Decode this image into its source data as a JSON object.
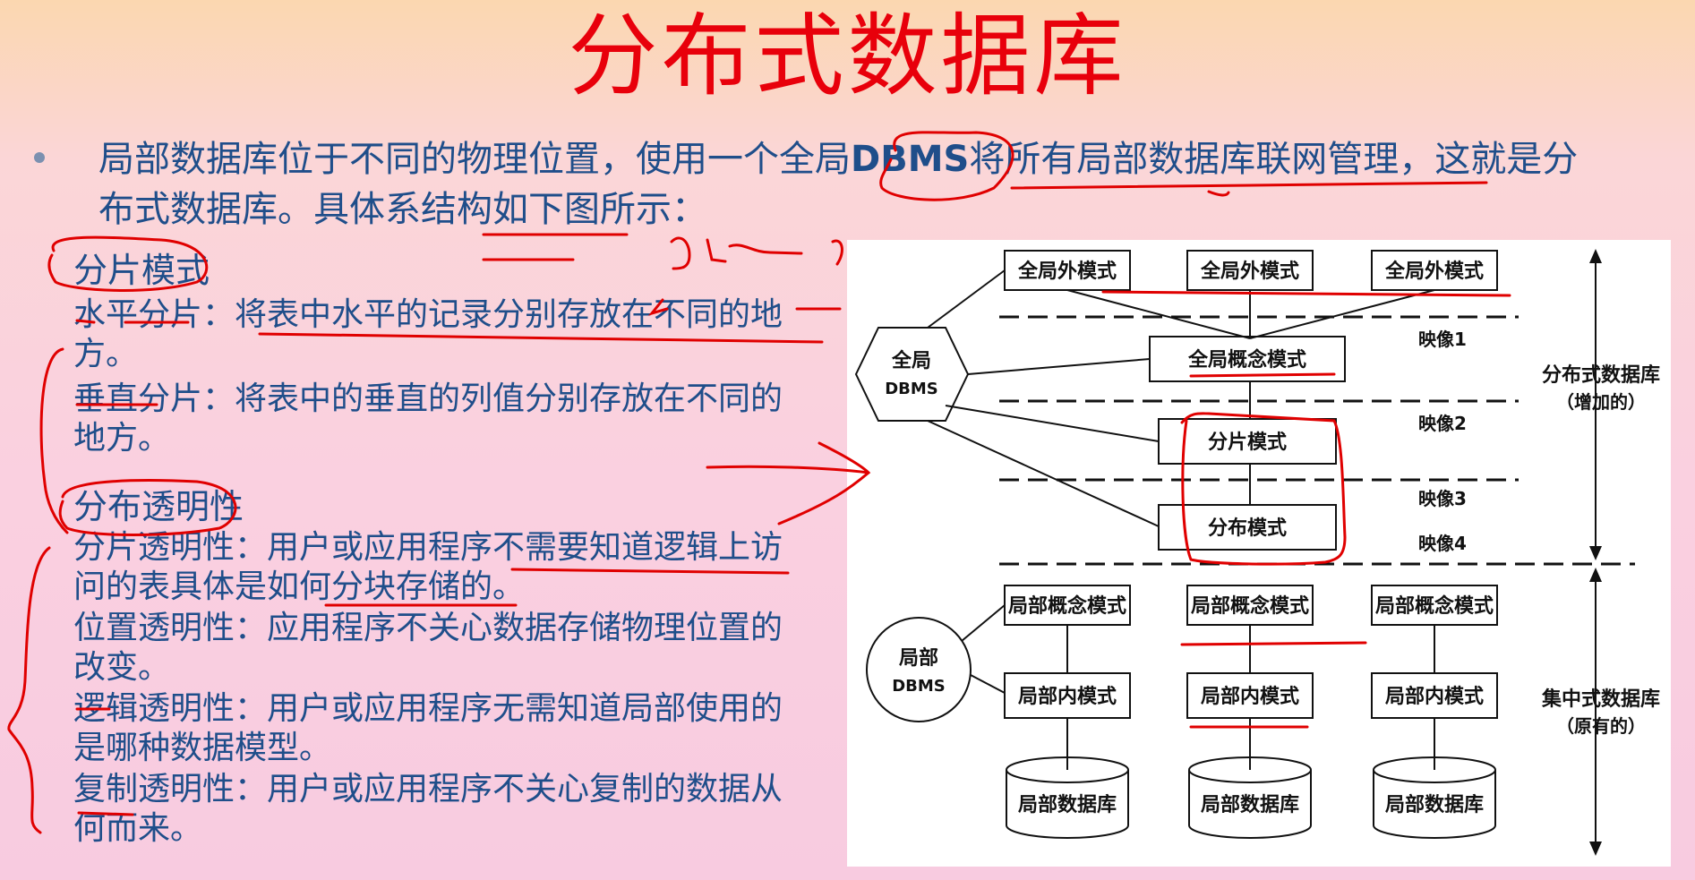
{
  "title": "分布式数据库",
  "intro": {
    "line1_before": "局部数据库位于不同的物理位置，使用一个全局",
    "line1_dbms": "DBMS",
    "line1_after": "将所有局部数据库联网管理，这就是分",
    "line2": "布式数据库。具体系结构如下图所示："
  },
  "fragment": {
    "heading": "分片模式",
    "horizontal_term": "水平分片",
    "horizontal_desc_1": "：将表中水平的记录分别存放在不同的地",
    "horizontal_desc_2": "方。",
    "vertical_term": "垂直分片",
    "vertical_desc_1": "：将表中的垂直的列值分别存放在不同的",
    "vertical_desc_2": "地方。"
  },
  "transparency": {
    "heading": "分布透明性",
    "items": [
      {
        "term": "分片透明性",
        "line1": "：用户或应用程序不需要知道逻辑上访",
        "line2": "问的表具体是如何分块存储的。"
      },
      {
        "term": "位置透明性",
        "line1": "：应用程序不关心数据存储物理位置的",
        "line2": "改变。"
      },
      {
        "term": "逻辑透明性",
        "line1": "：用户或应用程序无需知道局部使用的",
        "line2": "是哪种数据模型。"
      },
      {
        "term": "复制透明性",
        "line1": "：用户或应用程序不关心复制的数据从",
        "line2": "何而来。"
      }
    ]
  },
  "diagram": {
    "global_external": [
      "全局外模式",
      "全局外模式",
      "全局外模式"
    ],
    "global_dbms": [
      "全局",
      "DBMS"
    ],
    "global_conceptual": "全局概念模式",
    "fragment_schema": "分片模式",
    "allocation_schema": "分布模式",
    "mappings": [
      "映像1",
      "映像2",
      "映像3",
      "映像4"
    ],
    "distributed_label": [
      "分布式数据库",
      "（增加的）"
    ],
    "local_conceptual": [
      "局部概念模式",
      "局部概念模式",
      "局部概念模式"
    ],
    "local_internal": [
      "局部内模式",
      "局部内模式",
      "局部内模式"
    ],
    "local_dbms": [
      "局部",
      "DBMS"
    ],
    "local_db": [
      "局部数据库",
      "局部数据库",
      "局部数据库"
    ],
    "centralized_label": [
      "集中式数据库",
      "（原有的）"
    ]
  },
  "colors": {
    "title": "#e8000b",
    "text": "#1f4e8a",
    "ink": "#e00000"
  }
}
